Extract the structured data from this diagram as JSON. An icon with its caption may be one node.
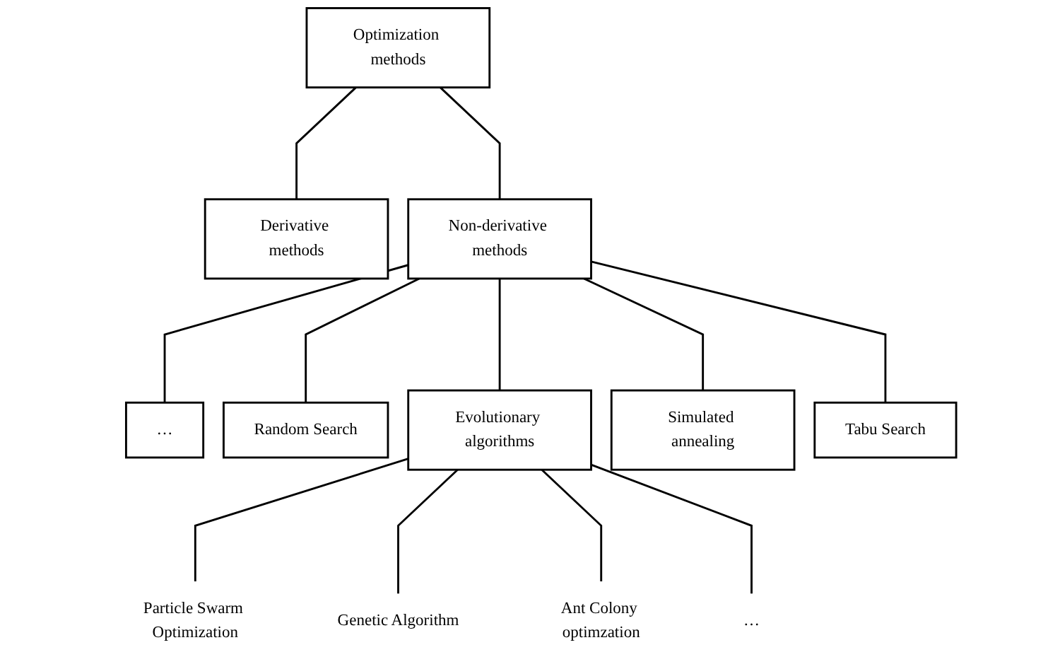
{
  "diagram": {
    "nodes": [
      {
        "text": [
          "Optimization methods"
        ]
      },
      {
        "text": [
          "Derivative methods"
        ]
      },
      {
        "text": [
          "Non-derivative methods"
        ]
      },
      {
        "text": [
          "…"
        ]
      },
      {
        "text": [
          "Random Search"
        ]
      },
      {
        "text": [
          "Evolutionary algorithms"
        ]
      },
      {
        "text": [
          "Simulated annealing"
        ]
      },
      {
        "text": [
          "Tabu Search"
        ]
      },
      {
        "text": [
          "Particle Swarm Optimization"
        ]
      },
      {
        "text": [
          "Genetic Algorithm"
        ]
      },
      {
        "text": [
          "Ant Colony optimzation"
        ]
      },
      {
        "text": [
          "…"
        ]
      }
    ],
    "edges": [
      {
        "from": 0,
        "to": 1,
        "arrow": "none"
      },
      {
        "from": 0,
        "to": 2,
        "arrow": "none"
      },
      {
        "from": 2,
        "to": 3,
        "arrow": "none"
      },
      {
        "from": 2,
        "to": 4,
        "arrow": "none"
      },
      {
        "from": 2,
        "to": 5,
        "arrow": "none"
      },
      {
        "from": 2,
        "to": 6,
        "arrow": "none"
      },
      {
        "from": 2,
        "to": 7,
        "arrow": "none"
      },
      {
        "from": 5,
        "to": 8,
        "arrow": "none"
      },
      {
        "from": 5,
        "to": 9,
        "arrow": "none"
      },
      {
        "from": 5,
        "to": 10,
        "arrow": "none"
      },
      {
        "from": 5,
        "to": 11,
        "arrow": "none"
      }
    ]
  }
}
